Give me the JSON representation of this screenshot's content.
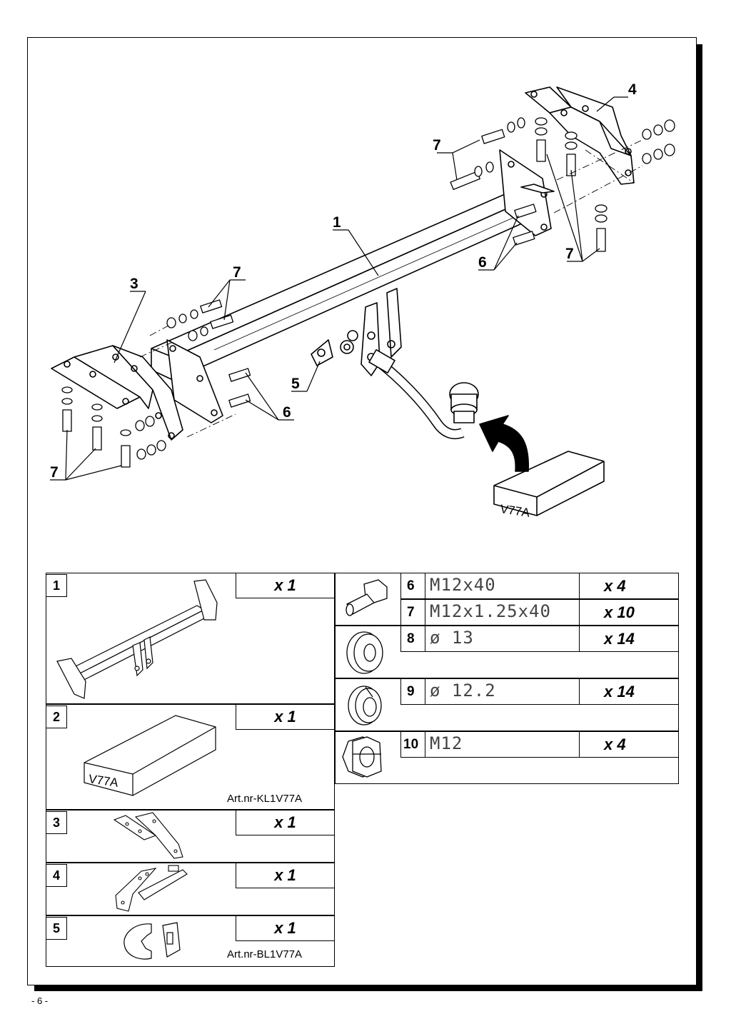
{
  "page": {
    "number": "- 6 -"
  },
  "diagram": {
    "callouts": {
      "c1": "1",
      "c3": "3",
      "c4": "4",
      "c5": "5",
      "c6a": "6",
      "c6b": "6",
      "c7a": "7",
      "c7b": "7",
      "c7c": "7",
      "c7d": "7"
    },
    "box_label": "V77A"
  },
  "parts_left": [
    {
      "num": "1",
      "qty": "x 1"
    },
    {
      "num": "2",
      "qty": "x 1",
      "box_label": "V77A",
      "art_nr": "Art.nr-KL1V77A"
    },
    {
      "num": "3",
      "qty": "x 1"
    },
    {
      "num": "4",
      "qty": "x 1"
    },
    {
      "num": "5",
      "qty": "x 1",
      "art_nr": "Art.nr-BL1V77A"
    }
  ],
  "hardware": [
    {
      "num": "6",
      "spec": "M12x40",
      "qty": "x 4",
      "icon": "bolt-icon"
    },
    {
      "num": "7",
      "spec": "M12x1.25x40",
      "qty": "x 10",
      "icon": "bolt-icon"
    },
    {
      "num": "8",
      "spec": "ø 13",
      "qty": "x 14",
      "icon": "flat-washer-icon"
    },
    {
      "num": "9",
      "spec": "ø 12.2",
      "qty": "x 14",
      "icon": "spring-washer-icon"
    },
    {
      "num": "10",
      "spec": "M12",
      "qty": "x 4",
      "icon": "hex-nut-icon"
    }
  ]
}
